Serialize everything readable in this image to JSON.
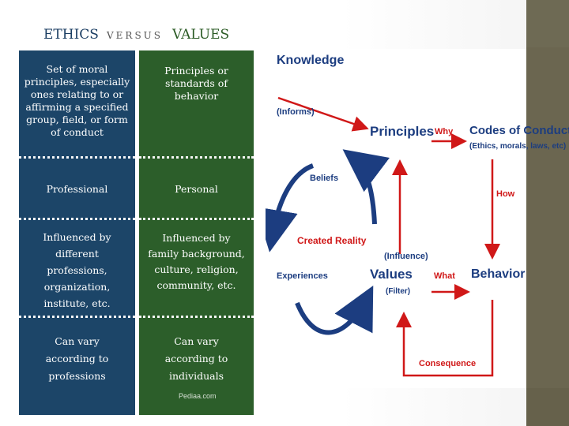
{
  "header": {
    "ethics": "ETHICS",
    "versus": "VERSUS",
    "values": "VALUES"
  },
  "comparison": {
    "rows": [
      {
        "ethics": "Set of moral principles, especially ones relating to or affirming a specified group, field, or form of conduct",
        "values": "Principles or standards of behavior"
      },
      {
        "ethics": "Professional",
        "values": "Personal"
      },
      {
        "ethics": "Influenced by different professions, organization, institute, etc.",
        "values": "Influenced by family background, culture, religion, community, etc."
      },
      {
        "ethics": "Can vary according to professions",
        "values": "Can vary according to individuals"
      }
    ],
    "credit": "Pediaa.com"
  },
  "diagram": {
    "knowledge": "Knowledge",
    "informs": "(Informs)",
    "principles": "Principles",
    "why": "Why",
    "codes": "Codes of Conduct",
    "codes_sub": "(Ethics, morals, laws, etc)",
    "how": "How",
    "beliefs": "Beliefs",
    "created_reality": "Created Reality",
    "influence": "(Influence)",
    "experiences": "Experiences",
    "values": "Values",
    "what": "What",
    "behavior": "Behavior",
    "filter": "(Filter)",
    "consequence": "Consequence"
  },
  "colors": {
    "ethics_column": "#1c4568",
    "values_column": "#2c5e2a",
    "diagram_navy": "#1c3d80",
    "diagram_red": "#d01818",
    "side_strip": "#6b6650"
  }
}
